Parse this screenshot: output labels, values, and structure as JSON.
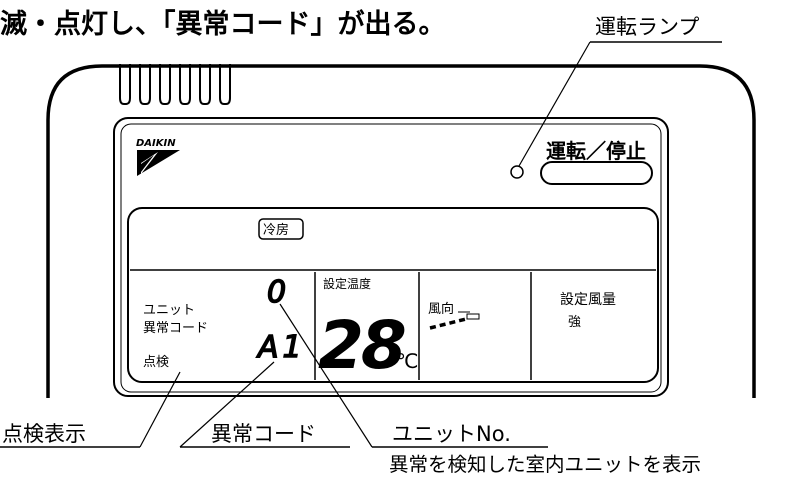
{
  "heading": "滅・点灯し、「異常コード」が出る。",
  "brand_logo": "DAIKIN",
  "remote": {
    "run_stop_label": "運転／停止",
    "mode_badge": "冷房",
    "unit_code_label_line1": "ユニット",
    "unit_code_label_line2": "異常コード",
    "inspection_indicator": "点検",
    "unit_number_digit": "0",
    "error_code_value": "A1",
    "set_temp_label": "設定温度",
    "set_temp_value": "28",
    "temp_unit": "℃",
    "wind_direction_label": "風向",
    "fan_speed_label": "設定風量",
    "fan_speed_value": "強"
  },
  "callouts": {
    "run_lamp": "運転ランプ",
    "inspection_display": "点検表示",
    "error_code": "異常コード",
    "unit_no": "ユニットNo.",
    "unit_no_note": "異常を検知した室内ユニットを表示"
  },
  "colors": {
    "ink": "#000000",
    "background": "#ffffff"
  }
}
